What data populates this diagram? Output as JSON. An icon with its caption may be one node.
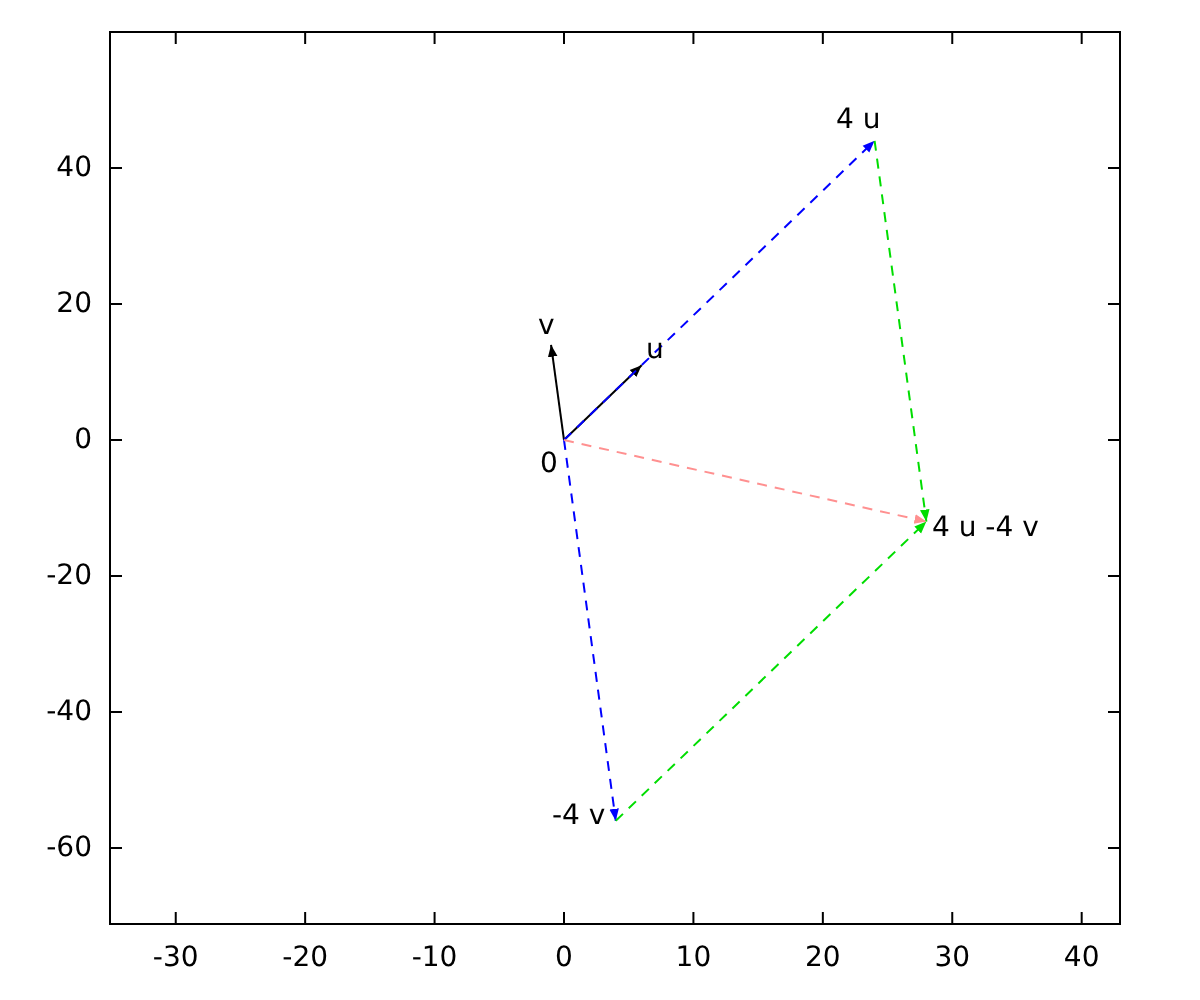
{
  "diagram": {
    "nodes": [
      {
        "text": [
          "0"
        ]
      },
      {
        "text": [
          "u"
        ]
      },
      {
        "text": [
          "v"
        ]
      },
      {
        "text": [
          "4 u"
        ]
      },
      {
        "text": [
          "4 u -4 v"
        ]
      },
      {
        "text": [
          "-4 v"
        ]
      }
    ],
    "edges": [
      {
        "from": 0,
        "to": 1,
        "arrow": "to"
      },
      {
        "from": 0,
        "to": 2,
        "arrow": "to"
      },
      {
        "from": 0,
        "to": 3,
        "arrow": "to",
        "style": "dashed",
        "color": "#0000ff"
      },
      {
        "from": 3,
        "to": 4,
        "arrow": "to",
        "style": "dashed",
        "color": "#00dd00"
      },
      {
        "from": 0,
        "to": 5,
        "arrow": "to",
        "style": "dashed",
        "color": "#0000ff"
      },
      {
        "from": 5,
        "to": 4,
        "arrow": "to",
        "style": "dashed",
        "color": "#00dd00"
      },
      {
        "from": 0,
        "to": 4,
        "arrow": "to",
        "style": "dashed",
        "color": "#ff9090"
      }
    ],
    "labels": [
      "40",
      "20",
      "0",
      "-20",
      "-40",
      "-60",
      "-30",
      "-20",
      "-10",
      "0",
      "10",
      "20",
      "30",
      "40"
    ]
  }
}
